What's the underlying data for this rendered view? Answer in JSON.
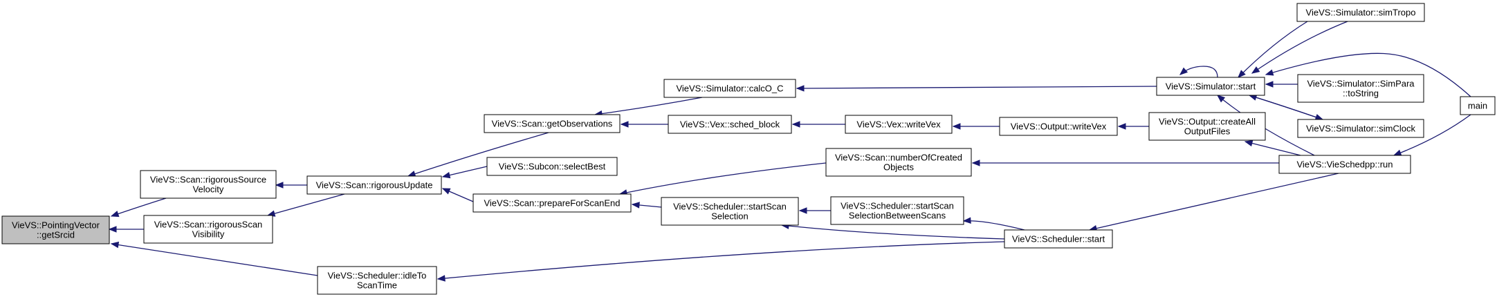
{
  "diagram": {
    "colors": {
      "edge": "#191970",
      "root_fill": "#bfbfbf",
      "node_fill": "#ffffff",
      "border": "#000000"
    },
    "nodes": [
      {
        "id": "getSrcid",
        "lines": [
          "VieVS::PointingVector",
          "::getSrcid"
        ],
        "root": true
      },
      {
        "id": "rigorousSourceVelocity",
        "lines": [
          "VieVS::Scan::rigorousSource",
          "Velocity"
        ]
      },
      {
        "id": "rigorousScanVisibility",
        "lines": [
          "VieVS::Scan::rigorousScan",
          "Visibility"
        ]
      },
      {
        "id": "idleToScanTime",
        "lines": [
          "VieVS::Scheduler::idleTo",
          "ScanTime"
        ]
      },
      {
        "id": "rigorousUpdate",
        "lines": [
          "VieVS::Scan::rigorousUpdate"
        ]
      },
      {
        "id": "getObservations",
        "lines": [
          "VieVS::Scan::getObservations"
        ]
      },
      {
        "id": "selectBest",
        "lines": [
          "VieVS::Subcon::selectBest"
        ]
      },
      {
        "id": "prepareForScanEnd",
        "lines": [
          "VieVS::Scan::prepareForScanEnd"
        ]
      },
      {
        "id": "calcO_C",
        "lines": [
          "VieVS::Simulator::calcO_C"
        ]
      },
      {
        "id": "sched_block",
        "lines": [
          "VieVS::Vex::sched_block"
        ]
      },
      {
        "id": "numberOfCreatedObjects",
        "lines": [
          "VieVS::Scan::numberOfCreated",
          "Objects"
        ]
      },
      {
        "id": "startScanSelection",
        "lines": [
          "VieVS::Scheduler::startScan",
          "Selection"
        ]
      },
      {
        "id": "writeVexVex",
        "lines": [
          "VieVS::Vex::writeVex"
        ]
      },
      {
        "id": "startScanSelectionBetweenScans",
        "lines": [
          "VieVS::Scheduler::startScan",
          "SelectionBetweenScans"
        ]
      },
      {
        "id": "writeVexOutput",
        "lines": [
          "VieVS::Output::writeVex"
        ]
      },
      {
        "id": "schedulerStart",
        "lines": [
          "VieVS::Scheduler::start"
        ]
      },
      {
        "id": "createAllOutputFiles",
        "lines": [
          "VieVS::Output::createAll",
          "OutputFiles"
        ]
      },
      {
        "id": "simulatorStart",
        "lines": [
          "VieVS::Simulator::start"
        ]
      },
      {
        "id": "simTropo",
        "lines": [
          "VieVS::Simulator::simTropo"
        ]
      },
      {
        "id": "simParaToString",
        "lines": [
          "VieVS::Simulator::SimPara",
          "::toString"
        ]
      },
      {
        "id": "simClock",
        "lines": [
          "VieVS::Simulator::simClock"
        ]
      },
      {
        "id": "vieSchedppRun",
        "lines": [
          "VieVS::VieSchedpp::run"
        ]
      },
      {
        "id": "main",
        "lines": [
          "main"
        ]
      }
    ]
  }
}
